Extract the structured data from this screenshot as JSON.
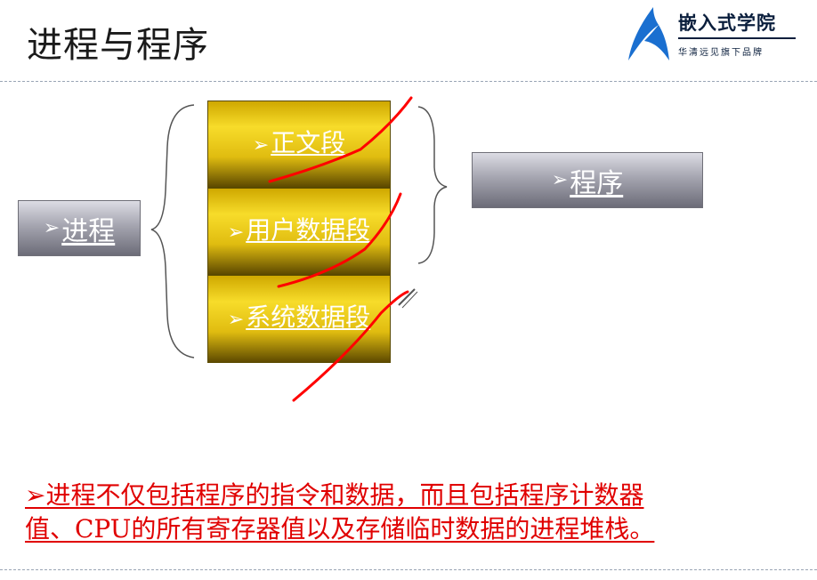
{
  "slide": {
    "title": "进程与程序",
    "logo": {
      "name": "嵌入式学院",
      "subtitle": "华清远见旗下品牌"
    },
    "process_label": "进程",
    "program_label": "程序",
    "segments": [
      {
        "label": "正文段"
      },
      {
        "label": "用户数据段"
      },
      {
        "label": "系统数据段"
      }
    ],
    "bullet_symbol": "➢",
    "note": {
      "line1": "进程不仅包括程序的指令和数据，而且包括程序计数器",
      "line2": "值、CPU的所有寄存器值以及存储临时数据的进程堆栈。"
    },
    "colors": {
      "note_text": "#e00000",
      "annotation_stroke": "#ff0000",
      "gold_box": "#e0bc10",
      "grey_box": "#8a8a96",
      "logo_blue": "#1a6fd0"
    }
  }
}
